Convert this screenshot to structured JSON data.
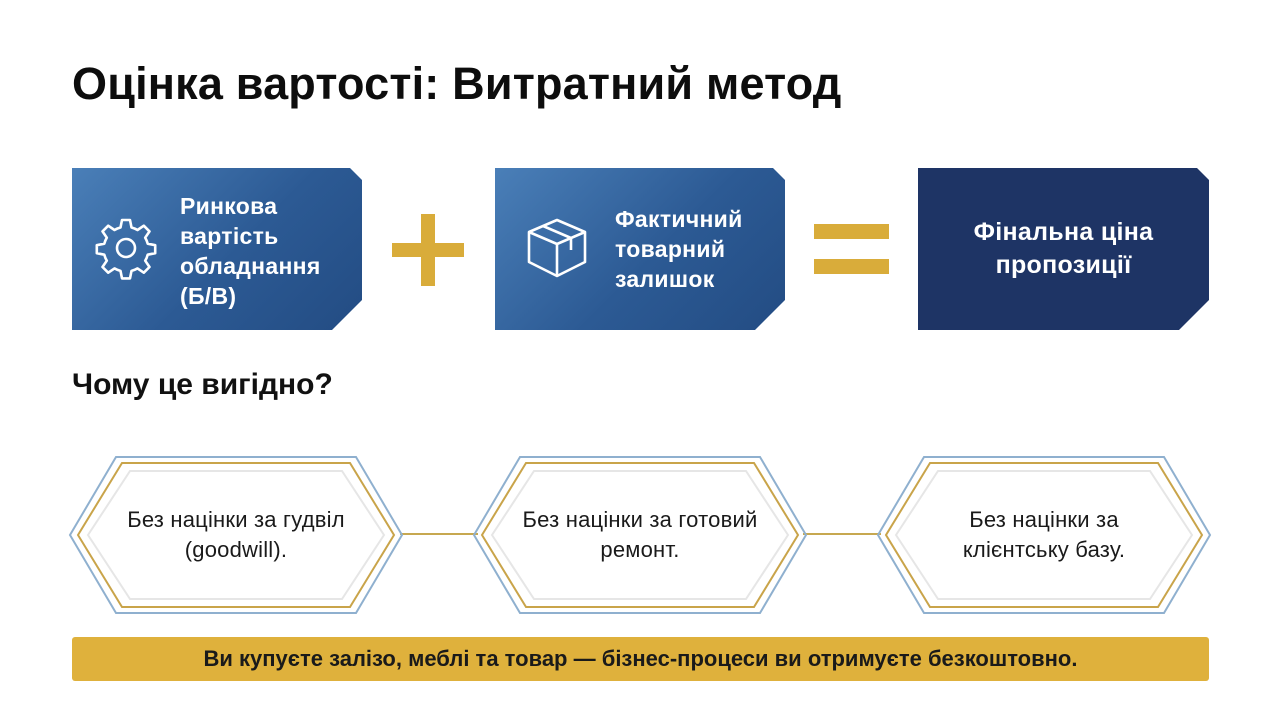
{
  "title": "Оцінка вартості: Витратний метод",
  "formula": {
    "card1": {
      "icon": "gear-icon",
      "text": "Ринкова вартість обладнання (Б/В)"
    },
    "plus": "plus-icon",
    "card2": {
      "icon": "box-icon",
      "text": "Фактичний товарний залишок"
    },
    "equals": "equals-icon",
    "card3": {
      "text": "Фінальна ціна пропозиції"
    }
  },
  "subtitle": "Чому це вигідно?",
  "benefits": [
    {
      "text": "Без націнки за гудвіл (goodwill)."
    },
    {
      "text": "Без націнки за готовий ремонт."
    },
    {
      "text": "Без націнки за клієнтську базу."
    }
  ],
  "banner": "Ви купуєте залізо, меблі та товар — бізнес-процеси ви отримуєте безкоштовно.",
  "colors": {
    "card_blue": "#2c5a94",
    "card_navy": "#1e3465",
    "gold": "#dfb13c",
    "hex_blue_outline": "#7fa6c9",
    "hex_gold_outline": "#c9a44a"
  }
}
